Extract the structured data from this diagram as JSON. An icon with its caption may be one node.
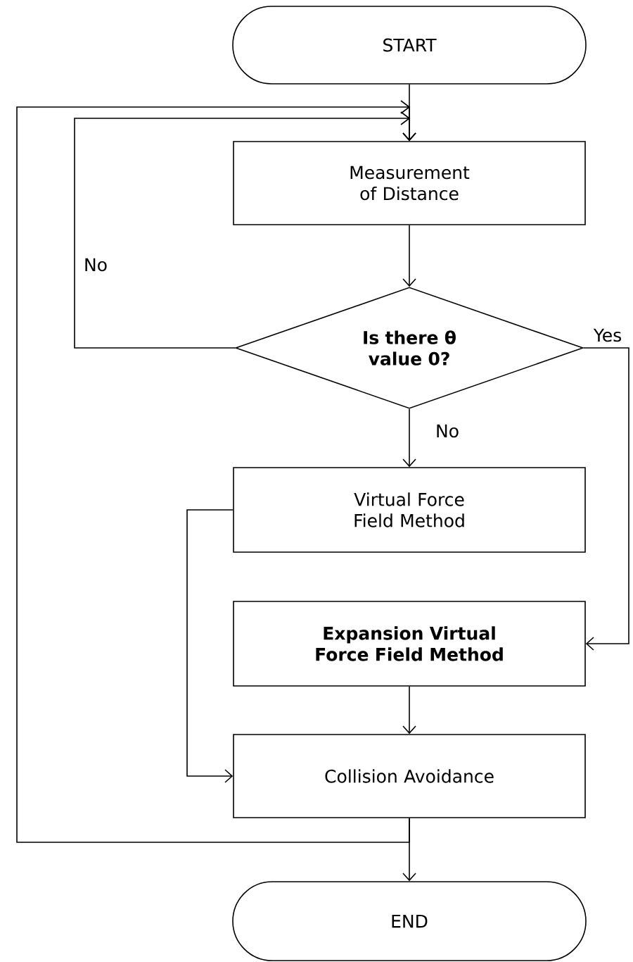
{
  "diagram": {
    "nodes": [
      {
        "text": [
          "START"
        ]
      },
      {
        "text": [
          "Measurement of Distance"
        ]
      },
      {
        "text": [
          "Is there θ value 0?"
        ]
      },
      {
        "text": [
          "Virtual Force Field Method"
        ]
      },
      {
        "text": [
          "Expansion Virtual Force Field Method"
        ]
      },
      {
        "text": [
          "Collision Avoidance"
        ]
      },
      {
        "text": [
          "END"
        ]
      }
    ],
    "edges": [
      {
        "from": 0,
        "to": 1,
        "arrow": "to"
      },
      {
        "from": 1,
        "to": 2,
        "arrow": "to"
      },
      {
        "from": 2,
        "to": 1,
        "arrow": "to",
        "label": "No"
      },
      {
        "from": 2,
        "to": 3,
        "arrow": "to",
        "label": "No"
      },
      {
        "from": 2,
        "to": 4,
        "arrow": "to",
        "label": "Yes"
      },
      {
        "from": 3,
        "to": 5,
        "arrow": "to"
      },
      {
        "from": 4,
        "to": 5,
        "arrow": "to"
      },
      {
        "from": 5,
        "to": 1,
        "arrow": "to"
      },
      {
        "from": 5,
        "to": 6,
        "arrow": "to"
      }
    ]
  }
}
